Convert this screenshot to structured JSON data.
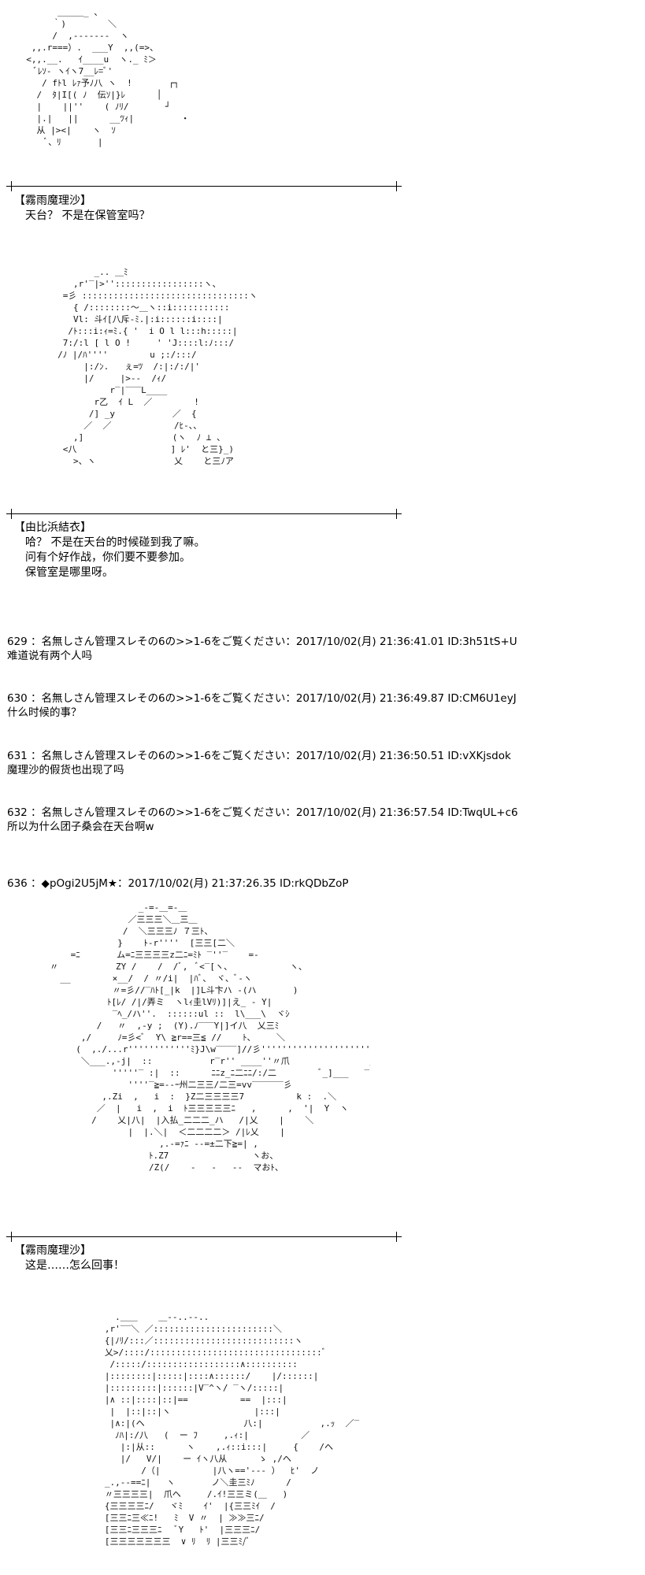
{
  "scenes": [
    {
      "id": "marisa-1",
      "speaker": "【霧雨魔理沙】",
      "lines": [
        "天台？ 不是在保管室吗？"
      ]
    },
    {
      "id": "yui-1",
      "speaker": "【由比浜結衣】",
      "lines": [
        "哈？ 不是在天台的时候碰到我了嘛。",
        "问有个好作战，你们要不要参加。",
        "保管室是哪里呀。"
      ]
    },
    {
      "id": "marisa-2",
      "speaker": "【霧雨魔理沙】",
      "lines": [
        "这是……怎么回事！"
      ]
    }
  ],
  "posts": [
    {
      "header": "629 ：名無しさん管理スレその6の>>1-6をご覧ください：2017/10/02(月) 21:36:41.01 ID:3h51tS+U",
      "body": "难道说有两个人吗"
    },
    {
      "header": "630 ：名無しさん管理スレその6の>>1-6をご覧ください：2017/10/02(月) 21:36:49.87 ID:CM6U1eyJ",
      "body": "什么时候的事？"
    },
    {
      "header": "631 ：名無しさん管理スレその6の>>1-6をご覧ください：2017/10/02(月) 21:36:50.51 ID:vXKjsdok",
      "body": "魔理沙的假货也出现了吗"
    },
    {
      "header": "632 ：名無しさん管理スレその6の>>1-6をご覧ください：2017/10/02(月) 21:36:57.54 ID:TwqUL+c6",
      "body": "所以为什么团子桑会在天台啊w"
    },
    {
      "header": "636 ：◆pOgi2U5jM★：2017/10/02(月) 21:37:26.35 ID:rkQDbZoP",
      "body": ""
    }
  ],
  "art": {
    "marisa_1": "        ＿＿＿_ 、\n       ｀)        ＼\n       /  ,-------  ヽ\n   ,,.r===）.  ___Y  ,,(=>、\n  <,,.__.   ｲ____u  ヽ._ ﾐ＞\n    ﾞﾚｿ- ヽｲヽ7__ﾚ=ﾞ'\n     / fﾄl ﾚｧ予ﾉ八 ヽ  !       ┌┐\n    /  ﾀ|I[( ﾉ  伝ｿ|}ﾚ      │\n    |    ||''    ( ﾉﾘ/       ┘\n    |.|   ||      __ﾂｨ|         ・\n    从 |><|    ヽ  ｿ\n      ﾞ、ﾘ       |",
    "yui_1": "            _.. ＿ﾐ\n        ,r'‾|>'':::::::::::::::::ヽ、\n      =彡 ::::::::::::::::::::::::::::::::ヽ\n        { /::::::::〜＿ヽ::i:::::::::::\n        Vl: 斗ｲ[八斥-ﾐ.|:i::::::i::::|\n       /ﾄ:::i:ｨ=ﾐ.{ '  i O l l:::h:::::|\n      7:/:l [ l O !     ' 'J::::l:ﾉ:::/\n     /ﾉ |/ﾊ''''        u ;:/:::/\n          |:/ﾝ.   ぇ=ﾂ  /:|:/:/|'\n          |/     |>--  /ｨ/\n               r‾|‾‾‾L____\n            r乙  ｲ L  ／        !\n           /] _y           ／  {\n          ／  ／            /ﾋ-、、\n        ,]                 (ヽ  ﾉ ⊥ 、\n      <八                  ] ﾚ'  と三}_)\n        >、ヽ               乂    と三ﾉア",
    "marisa_2": "                      _-=‐＿=‐＿\n                    ／三三三＼＿三＿\n                   /  ＼三三三ﾉ ７三ﾄ、\n                  }    ﾄ-r''''  [三三[二＼\n         =ﾆ       ム=ﾆ三三三三z二ﾆ=ﾐﾄ ‾''‾    =-\n     〃           ZY /    /  /ﾞ,  ﾞ<‾[ヽ、           ヽ、\n       __        ×__/  / 〃/i|  |ﾊﾞ、 ヾ、ﾞ‐ヽ\n                 〃=彡//‾ﾊﾄ[_|k  |]L斗卞ハ ‐(ハ       )\n                ﾄ[ﾚ/ /|/弄ミ  ヽlｨ圭lVﾘ)]|え_ - Y|\n                 ‾ﾍ_/ハ''.  ::::::ul ::  l\\___\\  ヾｼ\n              /   〃  ,-y ;  (Y).ﾉ‾‾‾Y|]イ八  乂三ﾐ\n           ,/     ﾉ=彡<ﾞ  Y\\ ≧r==三≦ //    ﾄ、    ＼\n          (  ,./...r''''''''''''ﾐ}J\\w‾‾‾‾]//彡'''''''''''''''''''''ｧﾄ  ' ,   )\n           ＼___.,-j|  ::           r‾r'' ____''〃爪               ｊ|‾ヽ    ノ\n                 '''''‾ :|  ::      ﾆﾆz_ﾆ二ﾆﾆ/:/二        ﾞ_]___   ‾\n                    ''''‾≧=--ｰ州二三三/二三=vv‾‾‾‾‾‾彡\n               ,.Zi  ,   i  :  }Z二三三三三7          k :  .＼\n              ／  |   i  ,  i  ﾄ三三三三三ﾆ   ,      ,  '|  Y  ヽ\n             /    乂|八|  |入払_二二二_ハ   /|乂    |    ＼\n                    |  |.＼|  ＜二二二二＞ /|ﾚ乂    |\n                          ,.-=ｧﾆ ‐-=±二下≧=| ,\n                        ﾄ.Z7                ヽお、\n                        /Z(/    ‐   ‐   ‐‐  マおﾄ、",
    "sketch_1": "             .＿＿    ＿--..--..\n           ,r'‾‾＼ ／:::::::::::::::::::::::＼\n           {|ﾉﾘ/:::／:::::::::::::::::::::::::::ヽ\n           乂>/::::/:::::::::::::::::::::::::::::::::ﾞ\n            /:::::/::::::::::::::::::∧::::::::::\n           |::::::::|:::::|::::∧::::::/    |/::::::|\n           |:::::::::|::::::|V‾^ヽ/ ‾ヽ/:::::|\n           |∧ ::|::::|::|==          ==  |:::|\n            |  |::|::|ヽ                |:::|\n            |∧:|(ヘ                   八:|           ,.ｯ  ／‾\n             ﾉﾊ|:/八   (  ー ﾌ     ,.ｨ:|          ／\n              |:|从::      ヽ    ,.ｨ::i:::|     {    /ヘ\n              |/   V/|    ー ｲヽ八从      ゝ ,/ヘ\n                  /（|          |八ヽ=='‐-- ）  ﾋ'  ノ\n           _.,--==ﾆ|   ヽ       ノ＼圭三ﾐﾉ      /\n           〃三三三三|  爪ヘ     /.ｲ!三三ミ(＿   )\n           {三三三三ﾆ/   ヾﾐ    ｲ'  |{三三ﾐｲ  /\n           [三三ﾆ三≪ﾆ!   ﾐ  V 〃  | ≫≫三ﾆ/\n           [三三ﾆ三三三ﾆ   ﾞY   ﾄ'  |三三三ﾆ/\n           [三三三三三三三  ∨ ﾘ  ﾘ |三三ﾐ/ﾞ"
  }
}
